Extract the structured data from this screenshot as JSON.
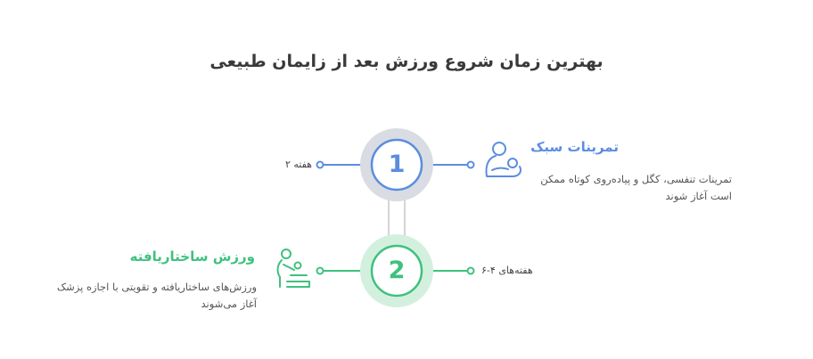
{
  "title": "بهترین زمان شروع ورزش بعد از زایمان طبیعی",
  "steps": [
    {
      "number": "1",
      "week": "هفته ۲",
      "title": "تمرینات سبک",
      "description": "تمرینات تنفسی، کگل و پیاده‌روی کوتاه ممکن است آغاز شوند",
      "color": "#5b8de0",
      "icon": "mother-baby-icon"
    },
    {
      "number": "2",
      "week": "هفته‌های ۴-۶",
      "title": "ورزش ساختاریافته",
      "description": "ورزش‌های ساختاریافته و تقویتی با اجازه پزشک آغاز می‌شوند",
      "color": "#3fc17e",
      "icon": "mother-baby-care-icon"
    }
  ]
}
